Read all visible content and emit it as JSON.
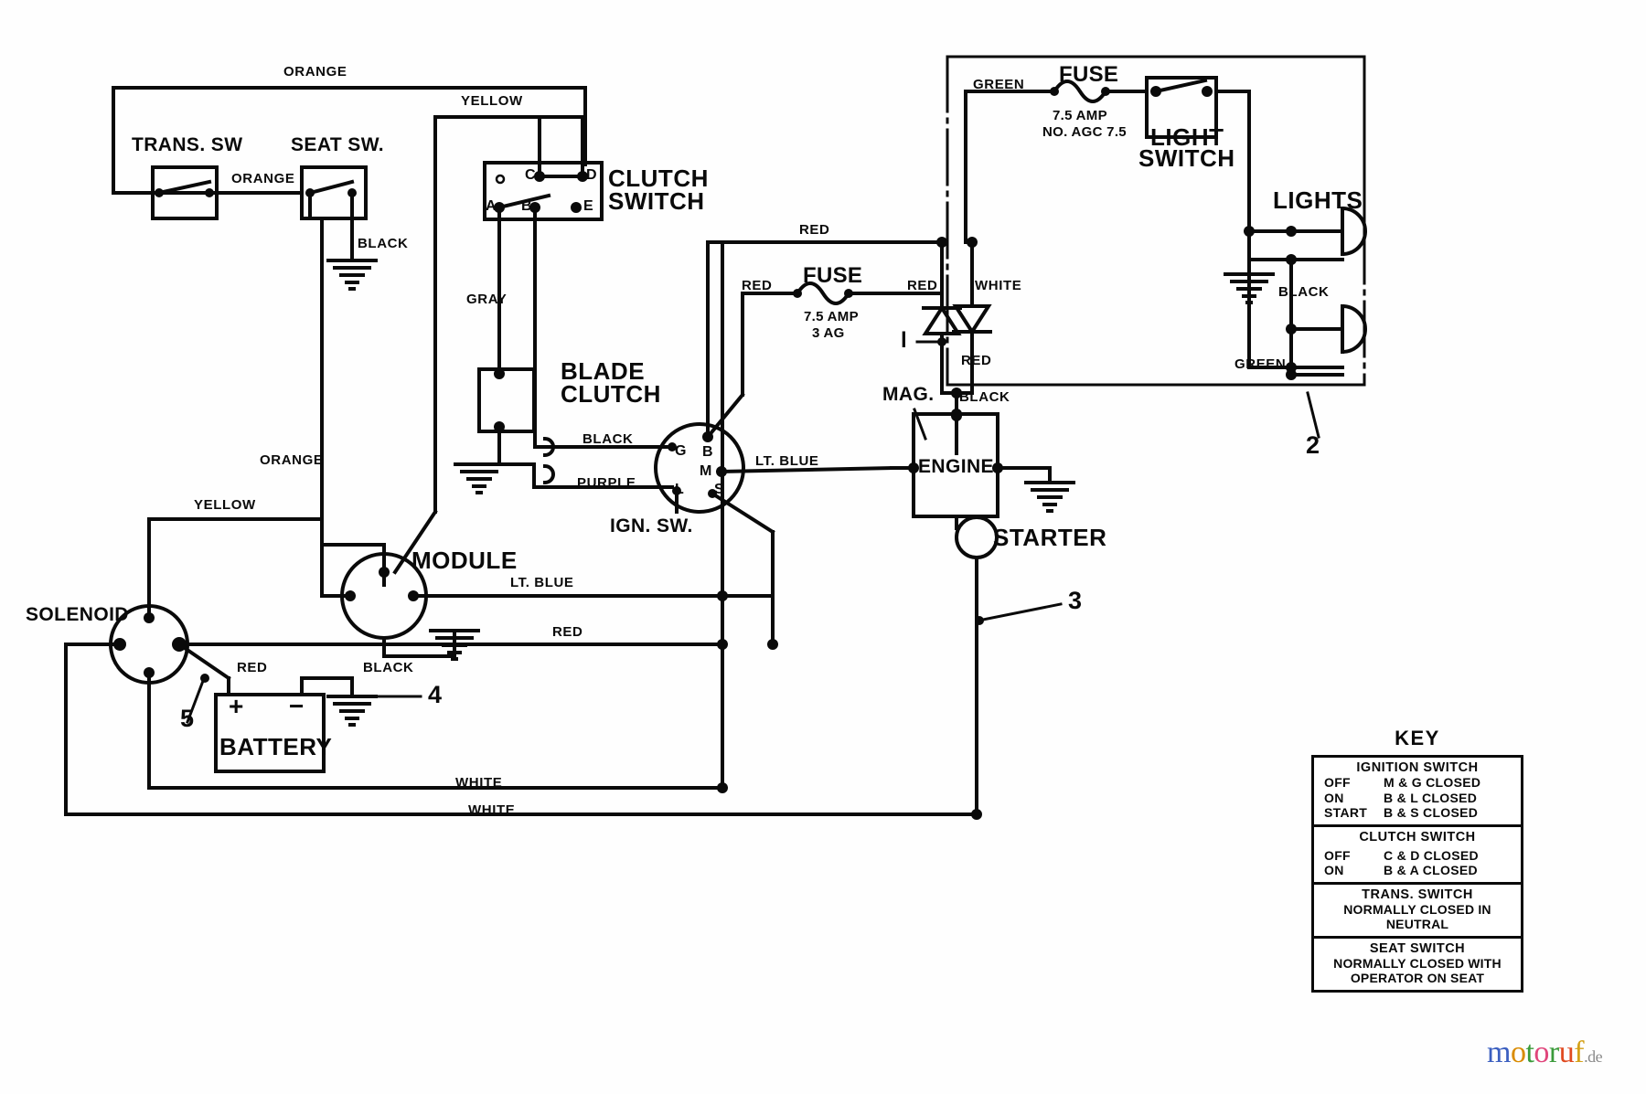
{
  "diagram": {
    "title": "Lawn Tractor Electrical Wiring Diagram",
    "watermark": {
      "brand": "motoruf",
      "suffix": ".de"
    }
  },
  "components": {
    "trans_switch": "TRANS. SW",
    "seat_switch": "SEAT SW.",
    "clutch_switch_line1": "CLUTCH",
    "clutch_switch_line2": "SWITCH",
    "blade_clutch_line1": "BLADE",
    "blade_clutch_line2": "CLUTCH",
    "ign_switch": "IGN. SW.",
    "module": "MODULE",
    "solenoid": "SOLENOID",
    "battery": "BATTERY",
    "engine": "ENGINE",
    "starter": "STARTER",
    "magneto": "MAG.",
    "lights": "LIGHTS",
    "light_switch_line1": "LIGHT",
    "light_switch_line2": "SWITCH",
    "battery_plus": "+",
    "battery_minus": "−"
  },
  "fuses": {
    "light_fuse": {
      "name": "FUSE",
      "rating": "7.5 AMP",
      "part": "NO. AGC 7.5"
    },
    "main_fuse": {
      "name": "FUSE",
      "rating": "7.5 AMP",
      "part": "3 AG"
    }
  },
  "wire_labels": {
    "orange_top": "ORANGE",
    "orange_mid": "ORANGE",
    "orange_left": "ORANGE",
    "yellow_top": "YELLOW",
    "yellow_left": "YELLOW",
    "black_seat": "BLACK",
    "gray": "GRAY",
    "black_ign": "BLACK",
    "purple": "PURPLE",
    "lt_blue_ign": "LT. BLUE",
    "lt_blue_module": "LT. BLUE",
    "red_top": "RED",
    "red_fuse": "RED",
    "red_diode": "RED",
    "white_diode": "WHITE",
    "red_mag": "RED",
    "black_mag": "BLACK",
    "red_solenoid": "RED",
    "red_bottom": "RED",
    "black_battery": "BLACK",
    "white_mid": "WHITE",
    "white_bottom": "WHITE",
    "green_fuse": "GREEN",
    "green_lights": "GREEN",
    "black_lights": "BLACK"
  },
  "terminals": {
    "clutch": [
      "A",
      "B",
      "C",
      "D",
      "E"
    ],
    "ignition": [
      "G",
      "B",
      "M",
      "L",
      "S"
    ]
  },
  "callouts": {
    "two": "2",
    "three": "3",
    "four": "4",
    "five": "5",
    "one": "l"
  },
  "key": {
    "title": "KEY",
    "sections": [
      {
        "title": "IGNITION SWITCH",
        "rows": [
          {
            "state": "OFF",
            "cond": "M & G  CLOSED"
          },
          {
            "state": "ON",
            "cond": "B & L  CLOSED"
          },
          {
            "state": "START",
            "cond": "B & S  CLOSED"
          }
        ],
        "notes": []
      },
      {
        "title": "CLUTCH SWITCH",
        "rows": [
          {
            "state": "OFF",
            "cond": "C  & D  CLOSED"
          },
          {
            "state": "ON",
            "cond": "B  & A  CLOSED"
          }
        ],
        "notes": []
      },
      {
        "title": "TRANS. SWITCH",
        "rows": [],
        "notes": [
          "NORMALLY CLOSED IN",
          "NEUTRAL"
        ]
      },
      {
        "title": "SEAT SWITCH",
        "rows": [],
        "notes": [
          "NORMALLY CLOSED WITH",
          "OPERATOR ON SEAT"
        ]
      }
    ]
  },
  "colors": {
    "ink": "#0a0a0a",
    "paper": "#fefefe"
  }
}
